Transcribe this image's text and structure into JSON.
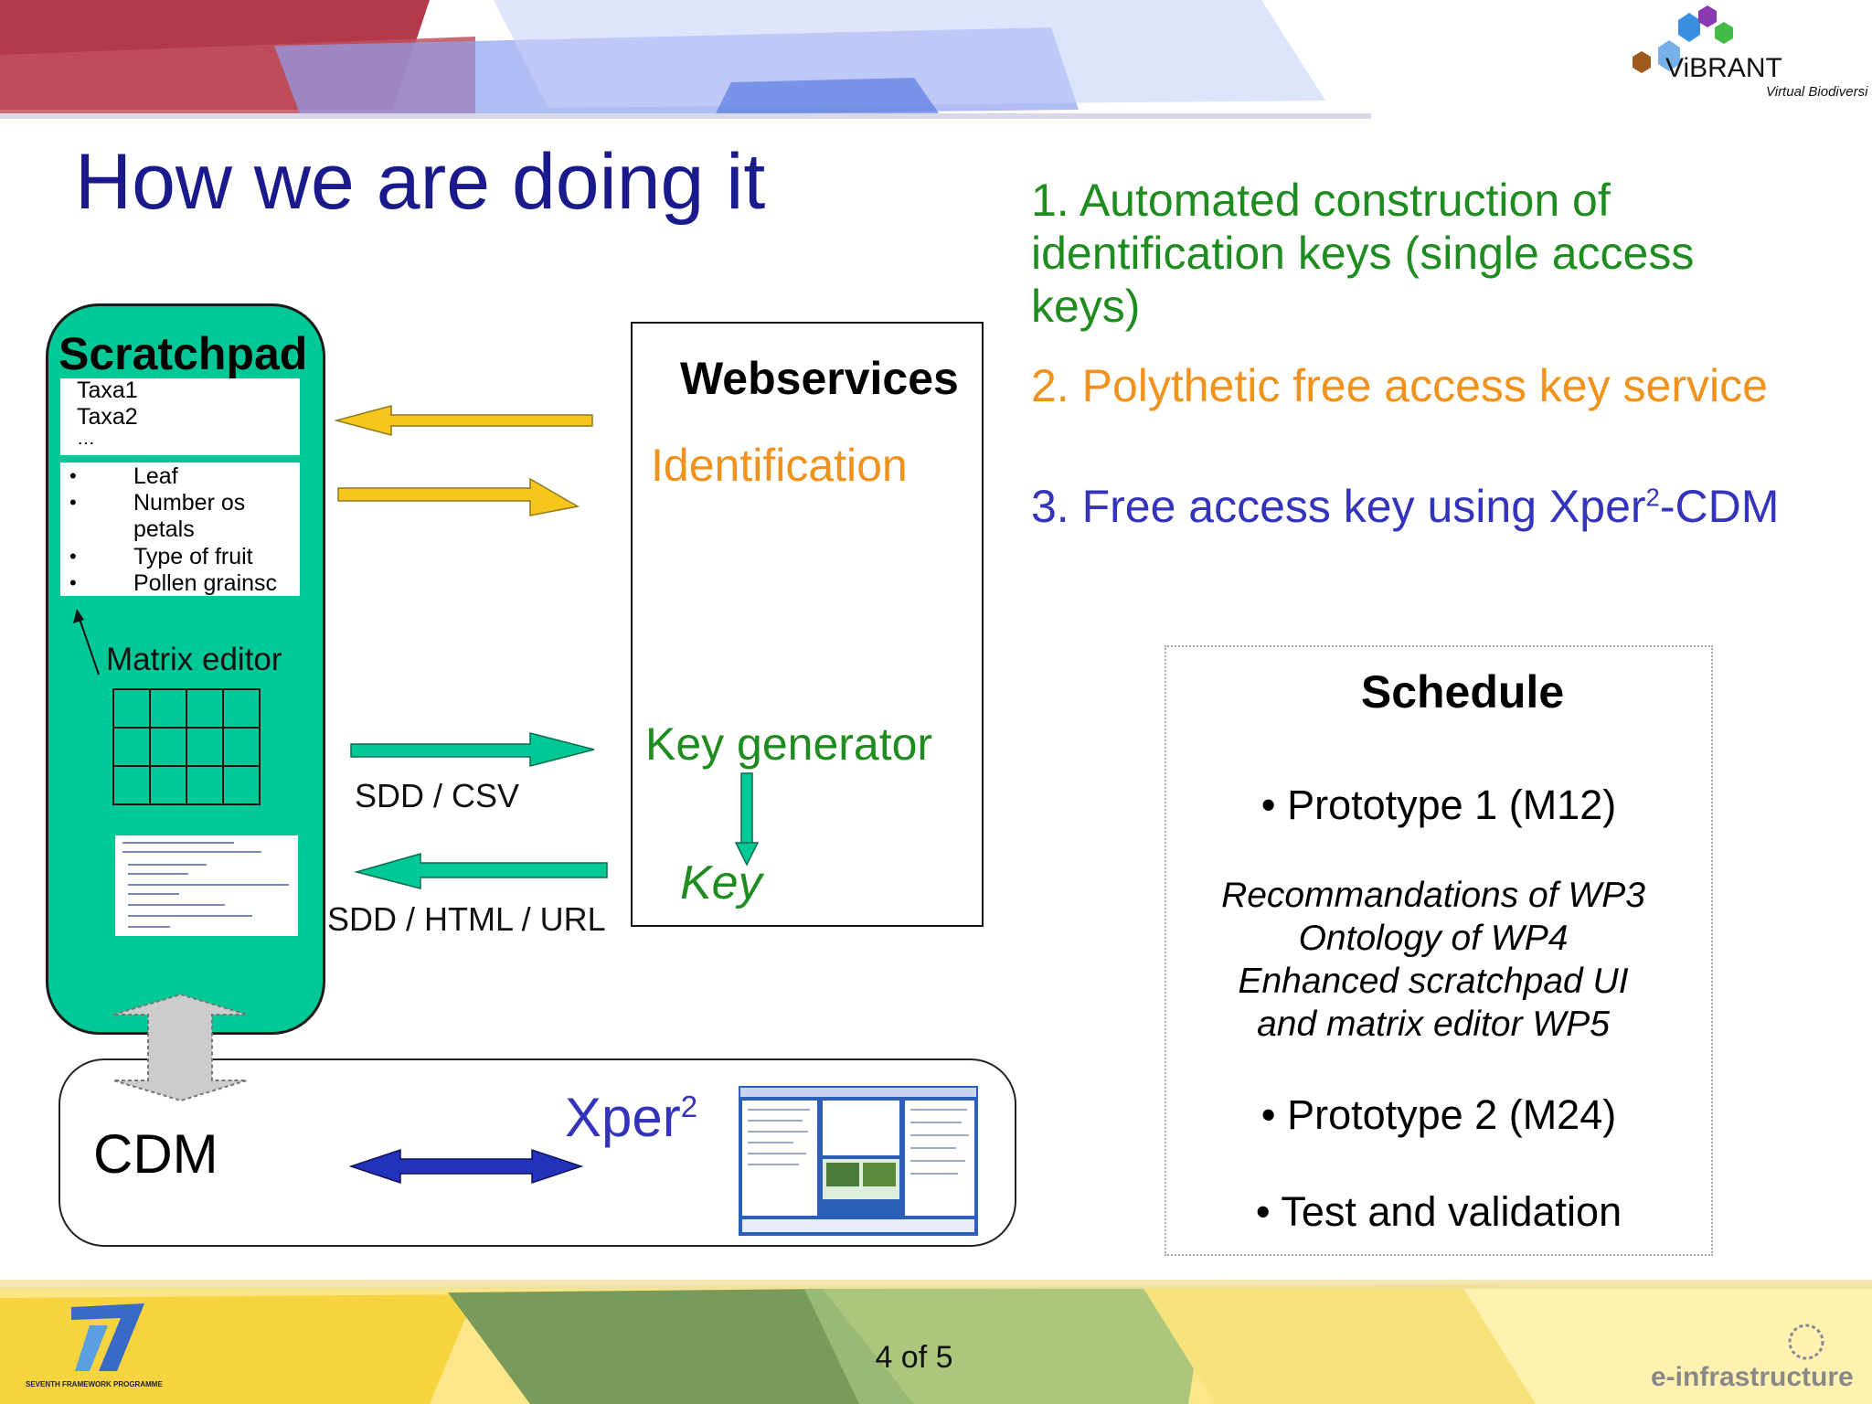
{
  "slide": {
    "title": "How we are doing it",
    "page_number": "4 of 5"
  },
  "points": {
    "p1": "1. Automated construction of identification keys (single access keys)",
    "p2": "2. Polythetic free access key service",
    "p3_prefix": "3. Free access key using Xper",
    "p3_sup": "2",
    "p3_suffix": "-CDM",
    "colors": {
      "p1": "#1e8c1e",
      "p2": "#f0921c",
      "p3": "#3333bb"
    }
  },
  "scratchpad": {
    "title": "Scratchpad",
    "taxa": [
      "Taxa1",
      "Taxa2",
      "…"
    ],
    "characters": [
      "Leaf",
      "Number os petals",
      "Type of fruit",
      "Pollen grainsc"
    ],
    "bullet": "•",
    "matrix_label": "Matrix editor",
    "color": "#00c896"
  },
  "webservices": {
    "title": "Webservices",
    "identification": "Identification",
    "key_generator": "Key generator",
    "key": "Key"
  },
  "flows": {
    "to_ws": "SDD / CSV",
    "from_ws": "SDD / HTML / URL",
    "arrow_color_yellow": "#f7c51c",
    "arrow_color_green": "#00c896",
    "arrow_color_blue": "#2233bb"
  },
  "cdm": {
    "label": "CDM",
    "xper_label": "Xper",
    "xper_sup": "2"
  },
  "schedule": {
    "title": "Schedule",
    "bullet": "•",
    "prototype1": "Prototype 1 (M12)",
    "details": [
      "Recommandations of WP3",
      "Ontology of WP4",
      "Enhanced scratchpad UI",
      "and matrix editor WP5"
    ],
    "prototype2": "Prototype 2 (M24)",
    "test": "Test and validation"
  },
  "logos": {
    "vibrant": "ViBRANT",
    "vibrant_sub": "Virtual Biodiversi",
    "einfrastructure": "e-infrastructure",
    "fp7": "SEVENTH FRAMEWORK PROGRAMME"
  }
}
